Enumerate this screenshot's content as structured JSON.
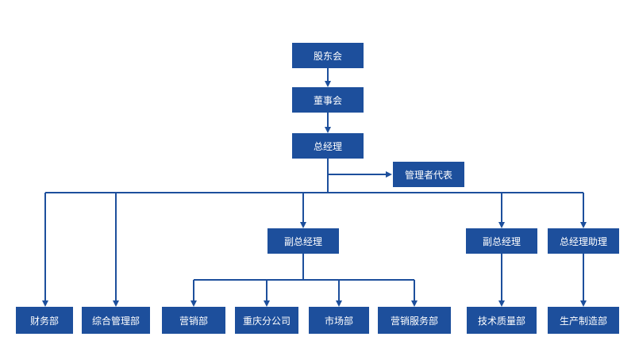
{
  "nodes": {
    "shareholders": "股东会",
    "board": "董事会",
    "gm": "总经理",
    "mgmt_rep": "管理者代表",
    "deputy_gm_sales": "副总经理",
    "deputy_gm_tech": "副总经理",
    "gm_assistant": "总经理助理",
    "finance": "财务部",
    "general_mgmt": "综合管理部",
    "sales": "营销部",
    "chongqing_branch": "重庆分公司",
    "market": "市场部",
    "sales_service": "营销服务部",
    "tech_quality": "技术质量部",
    "production": "生产制造部"
  },
  "colors": {
    "box": "#1d4f9c",
    "line": "#1d4f9c",
    "text": "#ffffff"
  }
}
